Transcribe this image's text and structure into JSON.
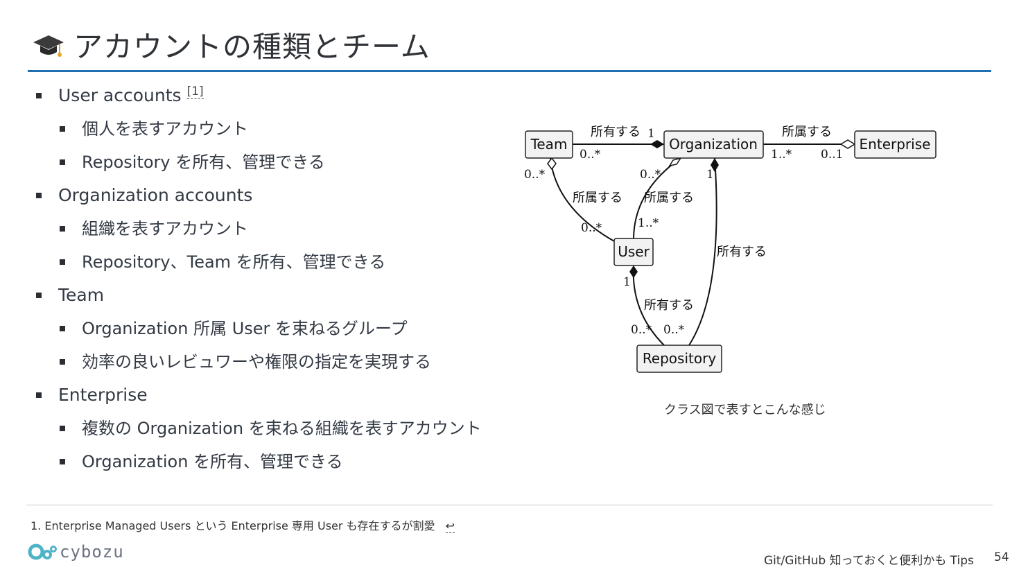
{
  "slide": {
    "title": "アカウントの種類とチーム",
    "title_icon": "graduation-cap-icon",
    "accent_color": "#1f6fb2"
  },
  "bullets": {
    "user_accounts": "User accounts",
    "user_accounts_ref": "[1]",
    "user_1": "個人を表すアカウント",
    "user_2": "Repository を所有、管理できる",
    "org_accounts": "Organization accounts",
    "org_1": "組織を表すアカウント",
    "org_2": "Repository、Team を所有、管理できる",
    "team": "Team",
    "team_1": "Organization 所属 User を束ねるグループ",
    "team_2": "効率の良いレビュワーや権限の指定を実現する",
    "enterprise": "Enterprise",
    "ent_1": "複数の Organization を束ねる組織を表すアカウント",
    "ent_2": "Organization を所有、管理できる"
  },
  "diagram": {
    "classes": {
      "team": "Team",
      "organization": "Organization",
      "enterprise": "Enterprise",
      "user": "User",
      "repository": "Repository"
    },
    "labels": {
      "team_org": "所有する",
      "org_ent": "所属する",
      "user_team": "所属する",
      "user_org": "所属する",
      "org_repo": "所有する",
      "user_repo": "所有する"
    },
    "multiplicity": {
      "team_org_org": "1",
      "team_org_team": "0..*",
      "org_ent_org": "1..*",
      "org_ent_ent": "0..1",
      "team_user_team": "0..*",
      "team_user_user": "0..*",
      "org_user_org": "0..*",
      "org_user_user": "1..*",
      "org_repo_org": "1",
      "user_repo_user": "1",
      "user_repo_repo": "0..*",
      "org_repo_repo": "0..*"
    },
    "caption": "クラス図で表すとこんな感じ"
  },
  "footnote": {
    "number": "1.",
    "text": "Enterprise Managed Users という Enterprise 専用 User も存在するが割愛",
    "back_link": "↩"
  },
  "footer": {
    "logo_text": "cybozu",
    "title": "Git/GitHub 知っておくと便利かも Tips",
    "page": "54"
  }
}
